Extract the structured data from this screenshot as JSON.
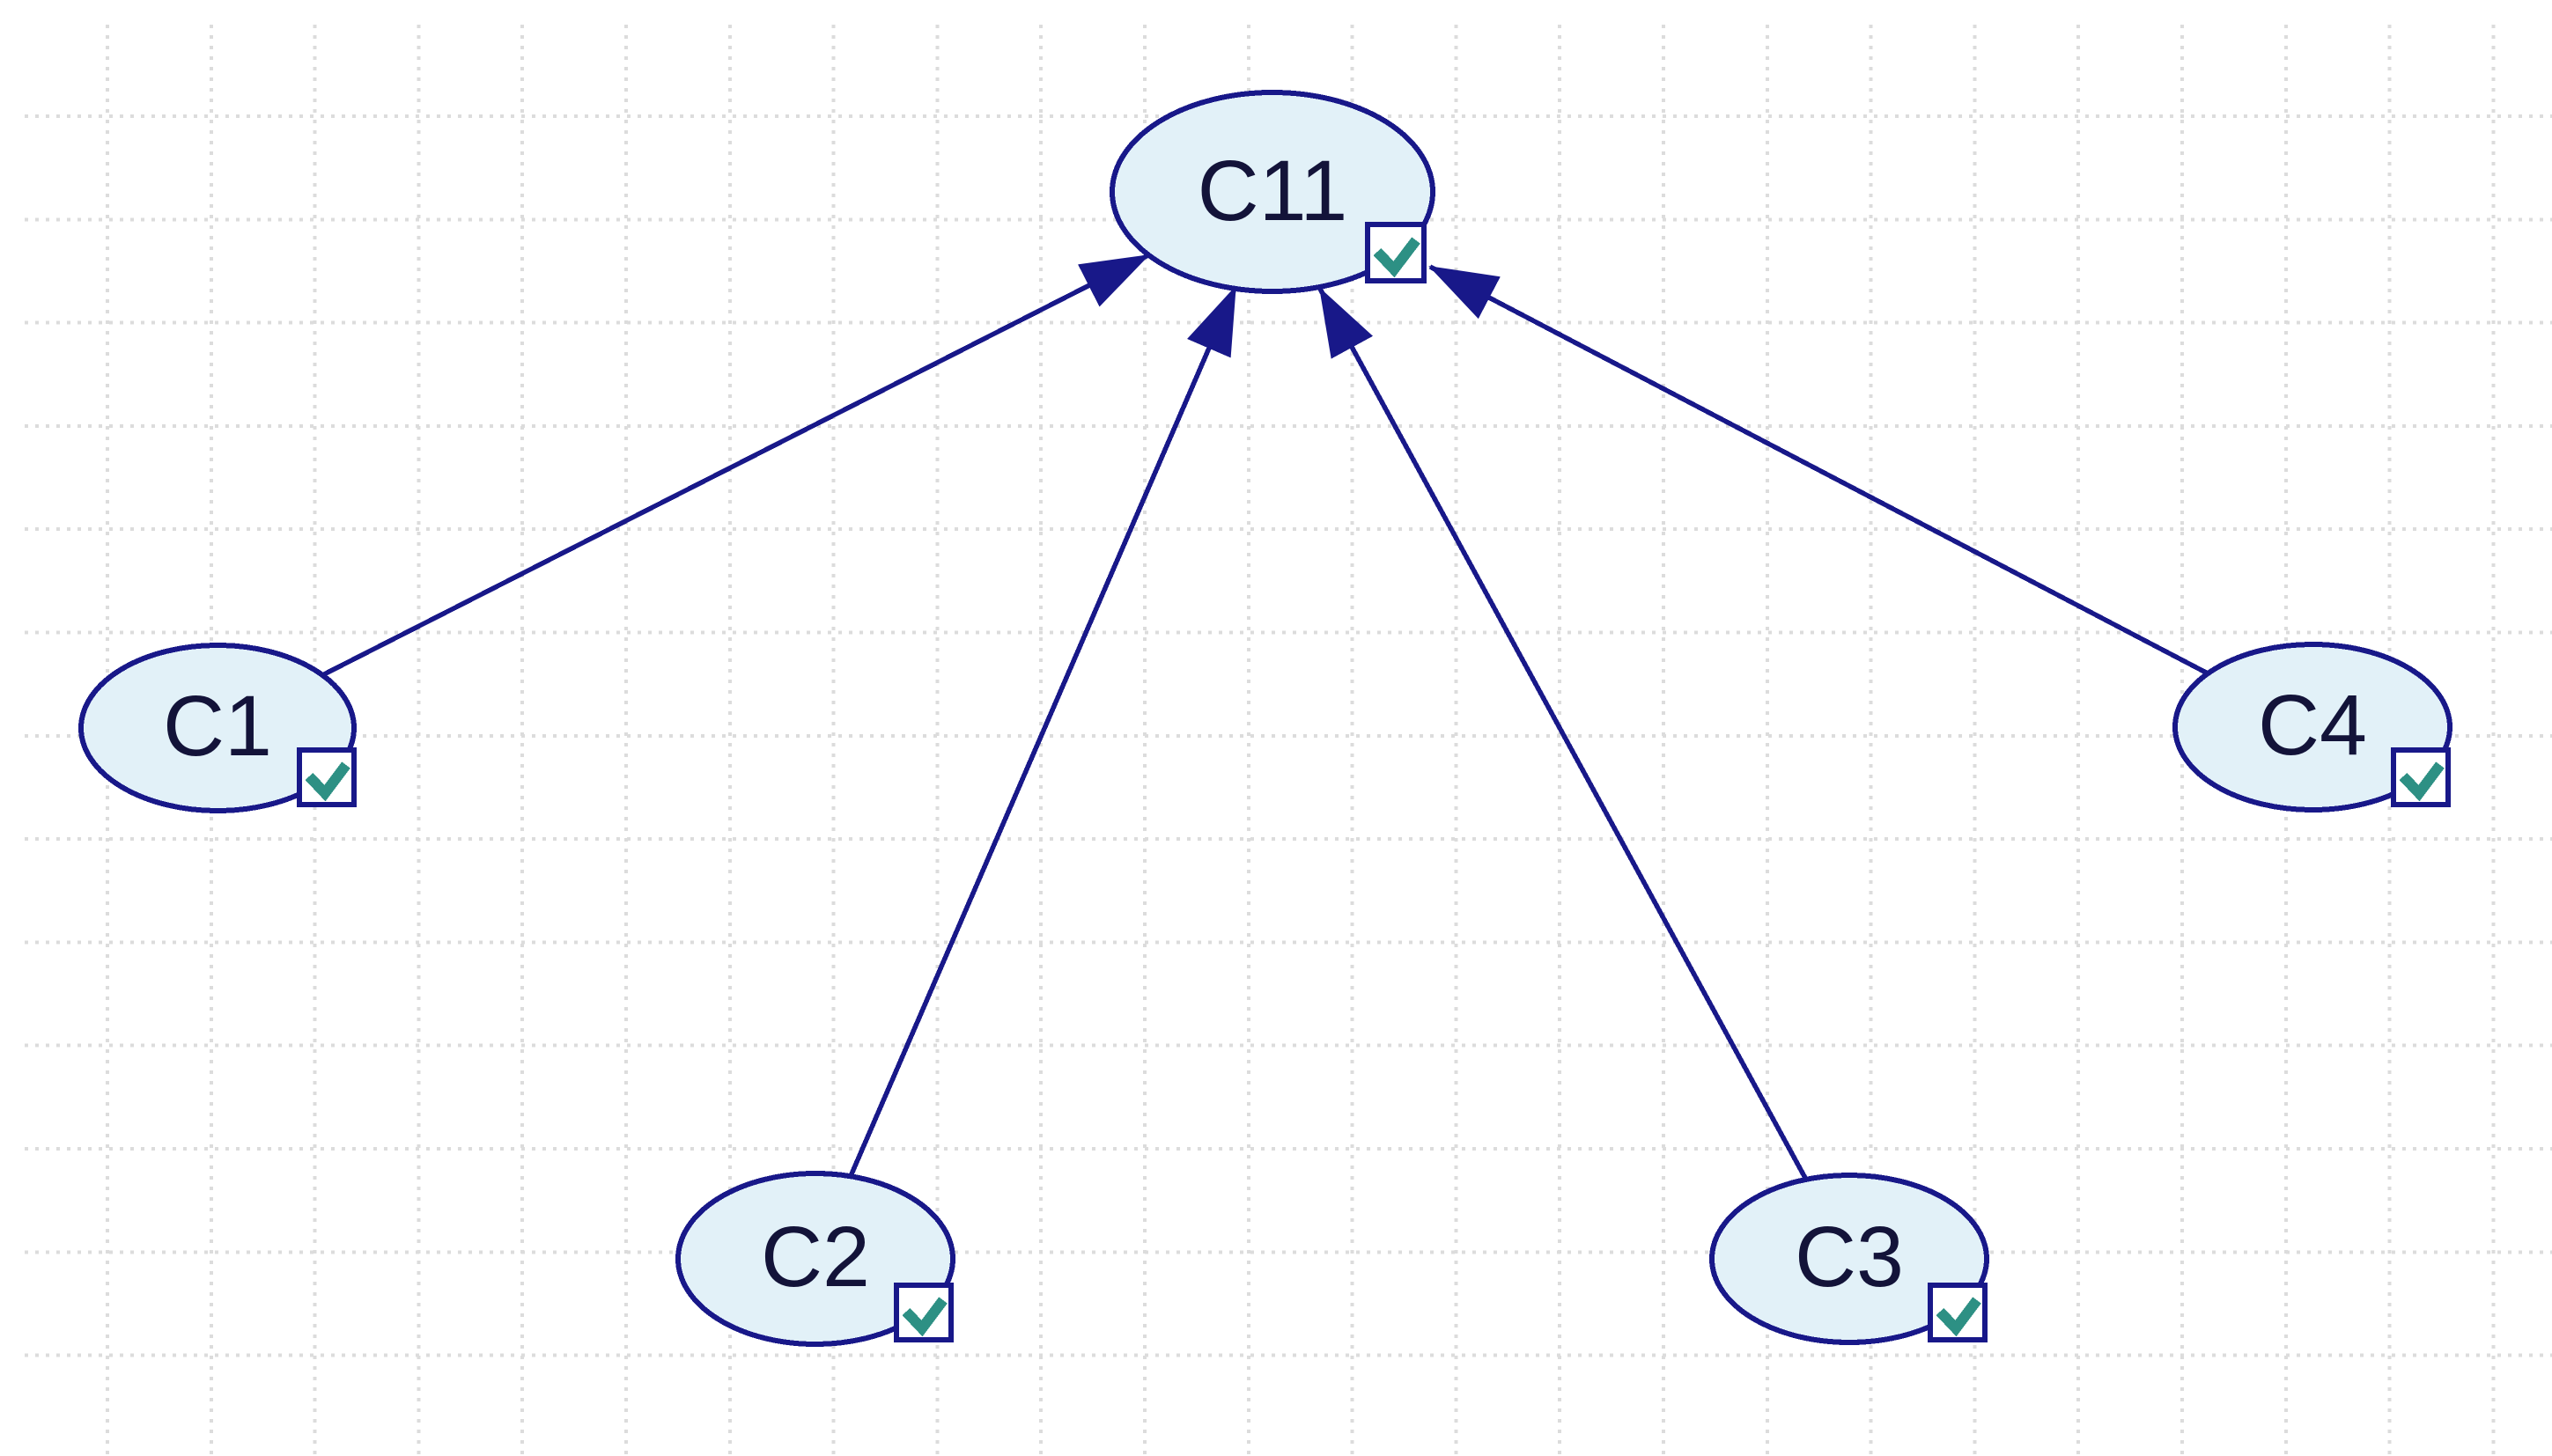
{
  "diagram": {
    "nodes": [
      {
        "id": "C11",
        "label": "C11",
        "checked": true
      },
      {
        "id": "C1",
        "label": "C1",
        "checked": true
      },
      {
        "id": "C2",
        "label": "C2",
        "checked": true
      },
      {
        "id": "C3",
        "label": "C3",
        "checked": true
      },
      {
        "id": "C4",
        "label": "C4",
        "checked": true
      }
    ],
    "edges": [
      {
        "from": "C1",
        "to": "C11"
      },
      {
        "from": "C2",
        "to": "C11"
      },
      {
        "from": "C3",
        "to": "C11"
      },
      {
        "from": "C4",
        "to": "C11"
      }
    ],
    "colors": {
      "background": "#FFFFFF",
      "grid_dot": "#DCDCDC",
      "node_fill": "#E2F1F8",
      "node_border": "#181889",
      "edge": "#181889",
      "check": "#2D9084",
      "label_text": "#131339"
    }
  }
}
